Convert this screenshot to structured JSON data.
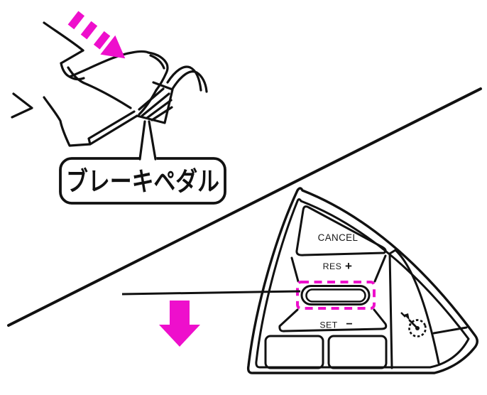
{
  "illustration": {
    "pedal_callout": {
      "label": "ブレーキペダル"
    },
    "switch_panel": {
      "cancel": "CANCEL",
      "res": "RES",
      "res_symbol": "+",
      "set": "SET",
      "set_symbol": "−"
    },
    "icons": {
      "press_pedal_arrow": "striped-press-arrow-icon",
      "press_switch_arrow": "down-arrow-icon",
      "cruise_gauge": "cruise-control-speedometer-icon",
      "highlight": "switch-highlight-dashed-box"
    },
    "colors": {
      "highlight": "#EE0FCC",
      "line": "#111111",
      "background": "#FFFFFF"
    }
  }
}
